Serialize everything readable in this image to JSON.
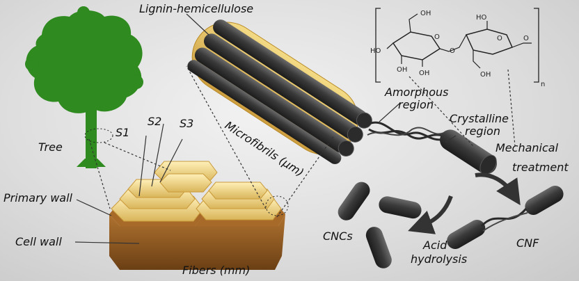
{
  "labels": {
    "lignin": "Lignin-hemicellulose",
    "amorphous_1": "Amorphous",
    "amorphous_2": "region",
    "crystalline_1": "Crystalline",
    "crystalline_2": "region",
    "microfibrils": "Microfibrils (µm)",
    "tree": "Tree",
    "s1": "S1",
    "s2": "S2",
    "s3": "S3",
    "primary_wall": "Primary wall",
    "cell_wall": "Cell wall",
    "fibers": "Fibers (mm)",
    "cncs": "CNCs",
    "acid_1": "Acid",
    "acid_2": "hydrolysis",
    "mech_1": "Mechanical",
    "mech_2": "treatment",
    "cnf": "CNF"
  },
  "chemistry": {
    "groups": [
      "OH",
      "HO",
      "OH",
      "O",
      "OH",
      "HO",
      "O",
      "O",
      "O",
      "OH"
    ],
    "repeat_subscript": "n"
  },
  "colors": {
    "tree_green": "#2f8a1f",
    "lignin_yellow": "#e8c25a",
    "fiber_cream": "#f1d98a",
    "fiber_brown": "#9a6226",
    "rod_dark": "#3a3a3a"
  }
}
